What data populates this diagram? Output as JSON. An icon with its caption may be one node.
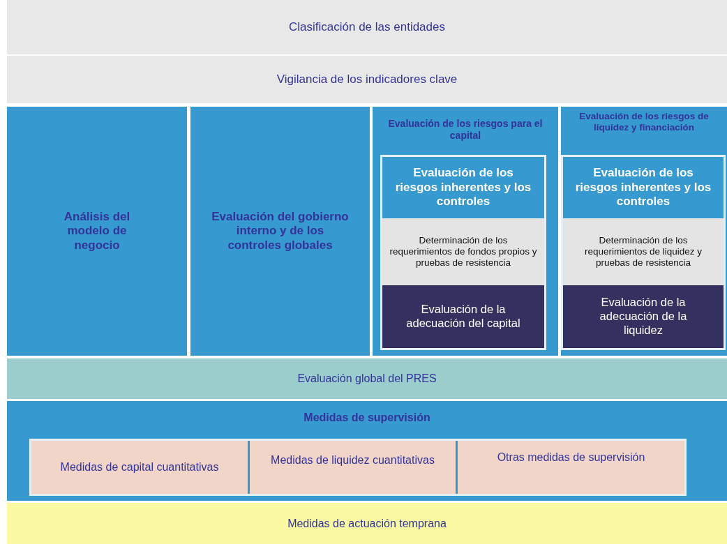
{
  "diagram": {
    "nodes": [
      {
        "text": [
          "Clasificación de las entidades"
        ]
      },
      {
        "text": [
          "Vigilancia de los indicadores clave"
        ]
      },
      {
        "text": [
          "Análisis del modelo de negocio"
        ]
      },
      {
        "text": [
          "Evaluación del gobierno interno y de los controles globales"
        ]
      },
      {
        "text": [
          "Evaluación de los riesgos para el capital"
        ]
      },
      {
        "text": [
          "Evaluación de los riesgos inherentes y los controles"
        ],
        "in": 4
      },
      {
        "text": [
          "Determinación de los requerimientos de fondos propios y pruebas de resistencia"
        ],
        "in": 4
      },
      {
        "text": [
          "Evaluación de la adecuación del capital"
        ],
        "in": 4
      },
      {
        "text": [
          "Evaluación de los riesgos de liquidez y financiación"
        ]
      },
      {
        "text": [
          "Evaluación de los riesgos inherentes y los controles"
        ],
        "in": 8
      },
      {
        "text": [
          "Determinación de los requerimientos de liquidez y pruebas de resistencia"
        ],
        "in": 8
      },
      {
        "text": [
          "Evaluación de la adecuación de la liquidez"
        ],
        "in": 8
      },
      {
        "text": [
          "Evaluación global del PRES"
        ]
      },
      {
        "text": [
          "Medidas de supervisión"
        ]
      },
      {
        "text": [
          "Medidas de capital cuantitativas"
        ],
        "in": 13
      },
      {
        "text": [
          "Medidas de liquidez cuantitativas"
        ],
        "in": 13
      },
      {
        "text": [
          "Otras medidas de supervisión"
        ],
        "in": 13
      },
      {
        "text": [
          "Medidas de actuación temprana"
        ]
      }
    ]
  }
}
